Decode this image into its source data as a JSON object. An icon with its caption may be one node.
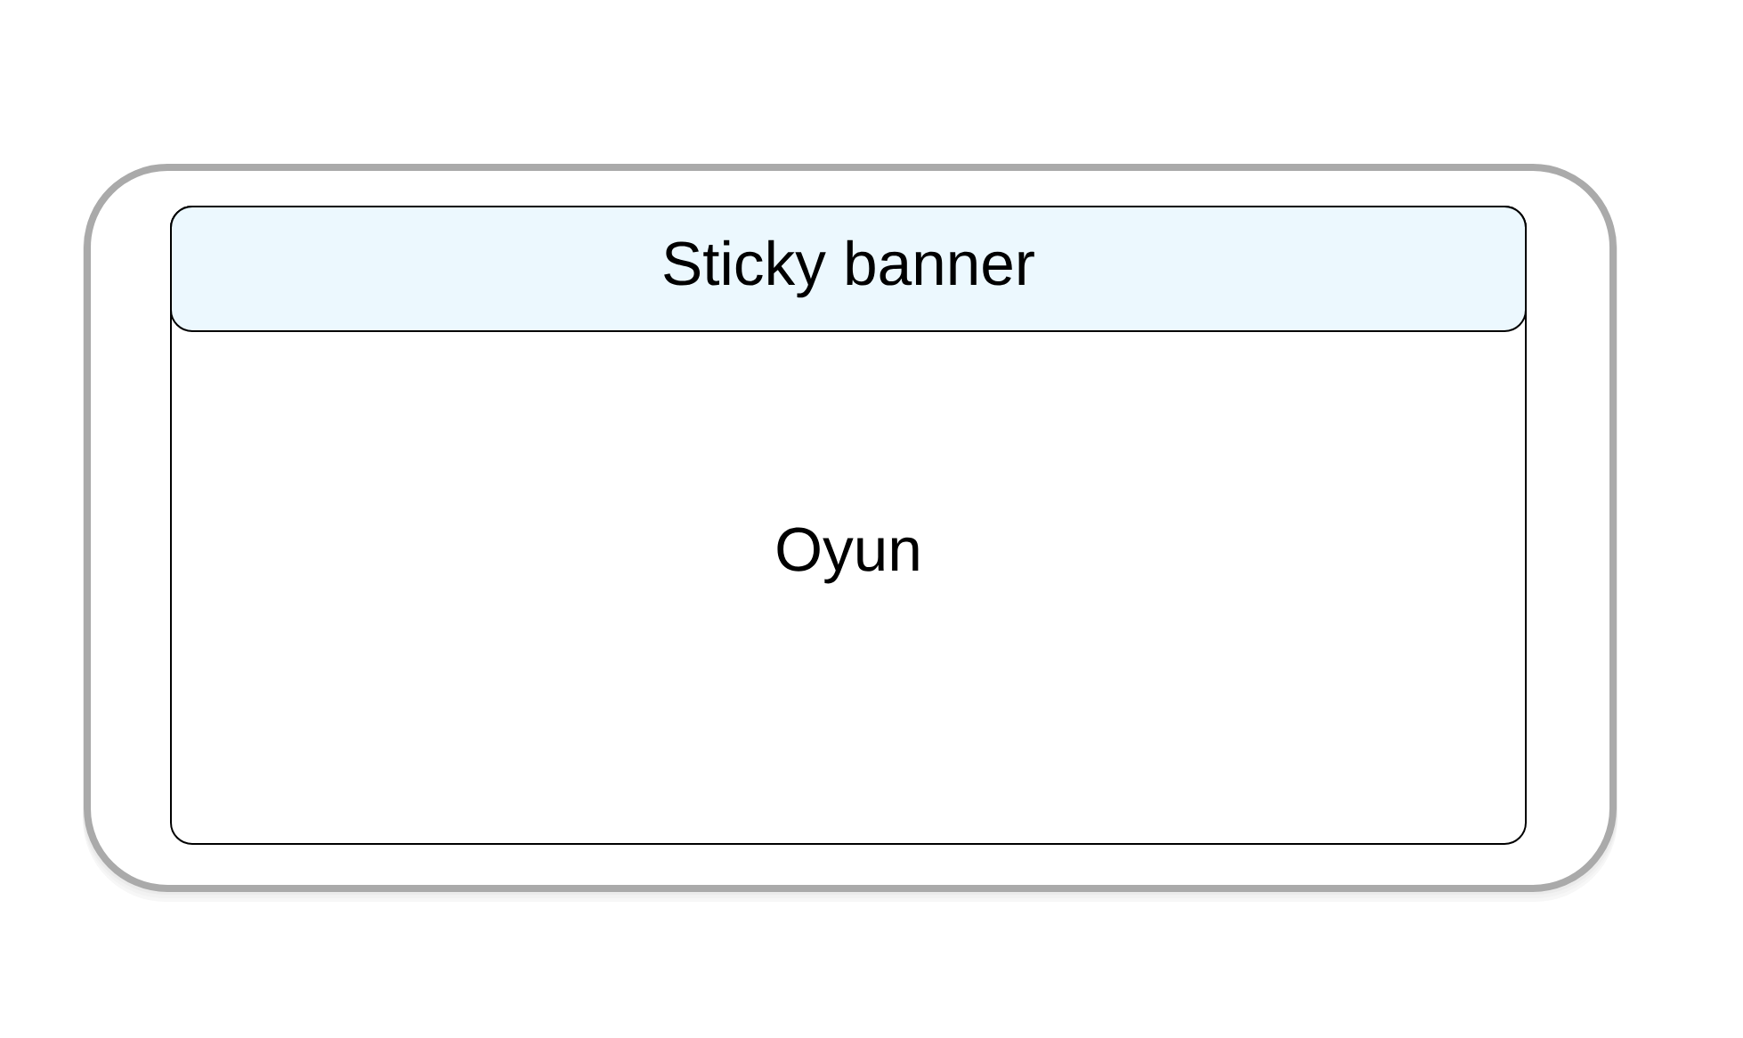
{
  "diagram": {
    "nodes": [
      {
        "text": [],
        "shape": "box"
      },
      {
        "text": [
          "Oyun"
        ],
        "in": 0
      },
      {
        "text": [
          "Sticky banner"
        ],
        "in": 1
      }
    ]
  }
}
